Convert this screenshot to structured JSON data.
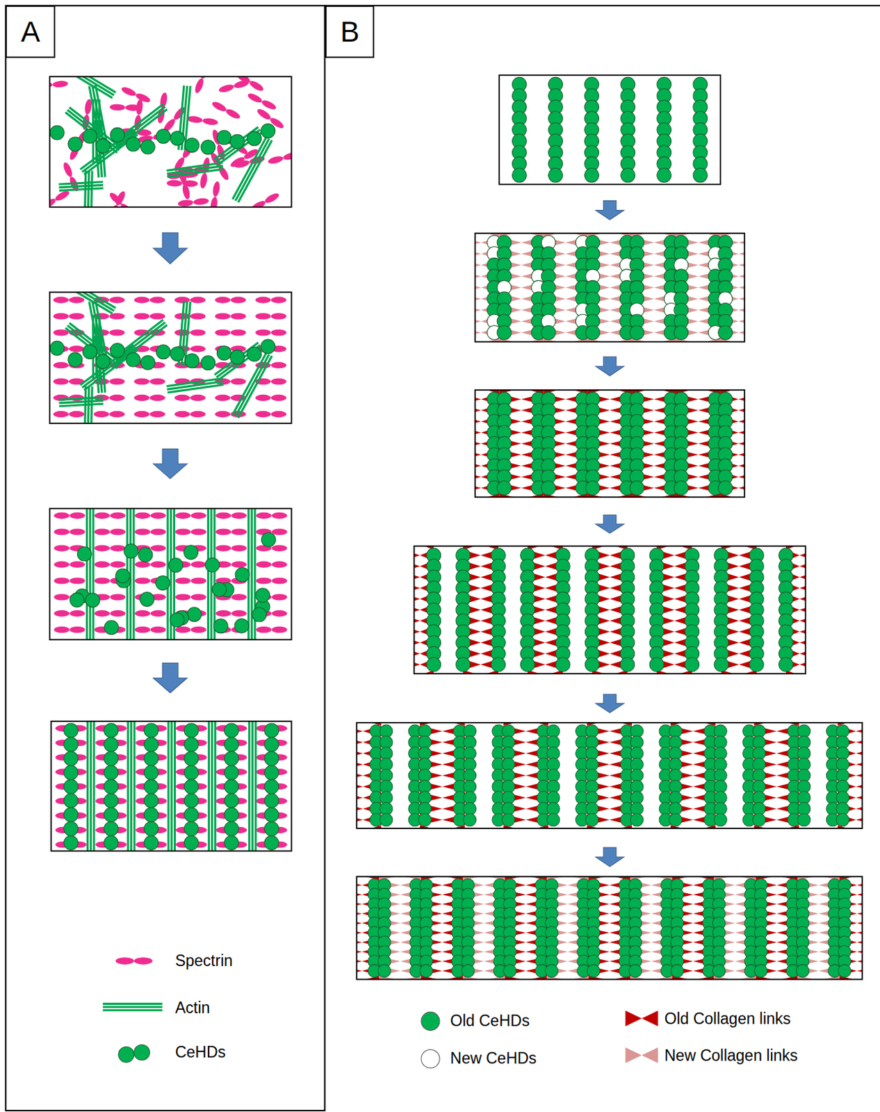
{
  "diagram": {
    "nodes": [
      {
        "text": [
          "A"
        ]
      },
      {
        "text": [
          "B"
        ]
      }
    ],
    "legend": [
      {
        "text": "Spectrin"
      },
      {
        "text": "Actin"
      },
      {
        "text": "CeHDs"
      },
      {
        "text": "Old CeHDs",
        "color": "#00b050"
      },
      {
        "text": "New CeHDs",
        "color": "#ffffff"
      },
      {
        "text": "Old Collagen links",
        "color": "#c00000"
      },
      {
        "text": "New Collagen links",
        "color": "#d99694"
      }
    ]
  }
}
